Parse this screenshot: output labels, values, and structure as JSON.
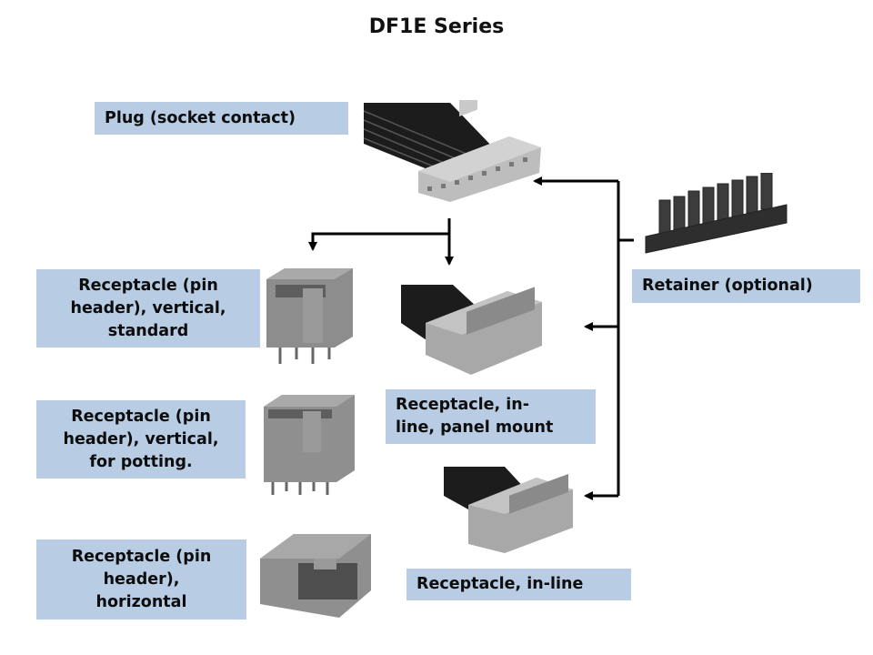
{
  "title": "DF1E Series",
  "colors": {
    "label_bg": "#b8cce4",
    "connector_housing": "#a8a8a8",
    "retainer": "#3a3a3a",
    "wire": "#1a1a1a",
    "arrow": "#000000"
  },
  "nodes": {
    "plug": {
      "label": "Plug (socket contact)",
      "image": "plug-connector-with-wires"
    },
    "retainer": {
      "label": "Retainer (optional)",
      "image": "retainer-clip"
    },
    "receptacle_vertical_standard": {
      "label": "Receptacle (pin\nheader), vertical,\nstandard",
      "image": "pin-header-vertical"
    },
    "receptacle_inline_panel": {
      "label": "Receptacle, in-\nline, panel mount",
      "image": "inline-panel-mount-receptacle"
    },
    "receptacle_vertical_potting": {
      "label": "Receptacle (pin\nheader), vertical,\nfor potting.",
      "image": "pin-header-potting"
    },
    "receptacle_inline": {
      "label": "Receptacle, in-line",
      "image": "inline-receptacle"
    },
    "receptacle_horizontal": {
      "label": "Receptacle (pin\nheader),\nhorizontal",
      "image": "pin-header-horizontal"
    }
  },
  "edges": [
    {
      "from": "plug",
      "to": "receptacle_vertical_standard"
    },
    {
      "from": "plug",
      "to": "receptacle_inline_panel"
    },
    {
      "from": "retainer",
      "to": "plug"
    },
    {
      "from": "retainer",
      "to": "receptacle_inline_panel"
    },
    {
      "from": "retainer",
      "to": "receptacle_inline"
    }
  ]
}
